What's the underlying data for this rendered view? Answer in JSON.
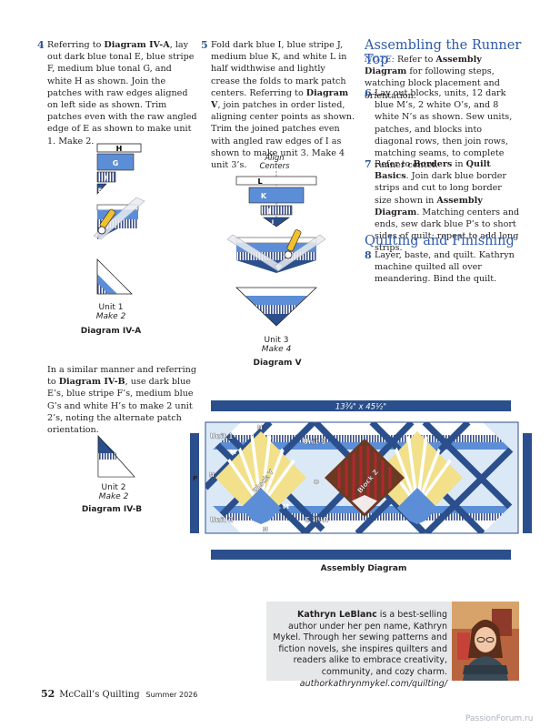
{
  "step4": {
    "num": "4",
    "t1": "Referring to ",
    "b1": "Diagram IV-A",
    "t2": ", lay out dark blue tonal E, blue stripe F, medium blue tonal G, and white H as shown. Join the patches with raw edges aligned on left side as shown. Trim patches even with the raw angled edge of E as shown to make unit 1. Make 2."
  },
  "step5": {
    "num": "5",
    "t1": "Fold dark blue I, blue stripe J, medium blue K, and white L in half widthwise and lightly crease the folds to mark patch centers. Referring to ",
    "b1": "Diagram V",
    "t2": ", join patches in order listed, aligning center points as shown. Trim the joined patches even with angled raw edges of I as shown to make unit 3. Make 4 unit 3’s."
  },
  "assembling": {
    "heading": "Assembling the Runner Top",
    "note_label": "NOTE:",
    "note_t1": " Refer to ",
    "note_b1": "Assembly Diagram",
    "note_t2": " for following steps, watching block placement and orientation."
  },
  "step6": {
    "num": "6",
    "text": "Lay out blocks, units, 12 dark blue M’s, 2 white O’s, and 8 white N’s as shown. Sew units, patches, and blocks into diagonal rows, then join rows, matching seams, to complete runner center."
  },
  "step7": {
    "num": "7",
    "t1": "Refer to ",
    "b1": "Borders",
    "t2": " in ",
    "b2": "Quilt Basics",
    "t3": ". Join dark blue border strips and cut to long border size shown in ",
    "b3": "Assembly Diagram",
    "t4": ". Matching centers and ends, sew dark blue P’s to short sides of quilt; repeat to add long strips."
  },
  "quilting": {
    "heading": "Quilting and Finishing",
    "num": "8",
    "text": "Layer, baste, and quilt. Kathryn machine quilted all over meandering. Bind the quilt."
  },
  "ivb_intro": {
    "t1": "In a similar manner and referring to ",
    "b1": "Diagram IV-B",
    "t2": ", use dark blue E’s, blue stripe F’s, medium blue G’s and white H’s to make 2 unit 2’s, noting the alternate patch orientation."
  },
  "diagram_iva": {
    "labels": {
      "h": "H",
      "g": "G",
      "f": "F",
      "e": "E"
    },
    "unit": "Unit 1",
    "make": "Make 2",
    "title": "Diagram IV-A"
  },
  "diagram_ivb": {
    "unit": "Unit 2",
    "make": "Make 2",
    "title": "Diagram IV-B"
  },
  "diagram_v": {
    "align1": "Align",
    "align2": "Centers",
    "labels": {
      "l": "L",
      "k": "K",
      "j": "J",
      "i": "I"
    },
    "unit": "Unit 3",
    "make": "Make 4",
    "title": "Diagram V"
  },
  "assembly": {
    "dimension": "13¾\" x 45½\"",
    "title": "Assembly Diagram",
    "labels": {
      "unit1": "Unit 1",
      "unit2": "Unit 2",
      "unit3_top": "Unit 3",
      "unit3_bottom": "Unit 3",
      "block_y": "Block Y",
      "block_z": "Block Z",
      "m": "M",
      "n": "N",
      "o": "O",
      "p": "P"
    }
  },
  "bio": {
    "name": "Kathryn LeBlanc",
    "text": " is a best-selling author under her pen name, Kathryn Mykel. Through her sewing patterns and fiction novels, she inspires quilters and readers alike to embrace creativity, community, and cozy charm.",
    "url": "authorkathrynmykel.com/quilting/"
  },
  "footer": {
    "page": "52",
    "magazine": "McCall’s Quilting",
    "issue": "Summer 2026",
    "watermark": "PassionForum.ru"
  },
  "colors": {
    "dark_blue": "#2b4f8c",
    "medium_blue": "#5b8ed6",
    "light_blue": "#dbe9f6",
    "stripe": "#3a4f86",
    "yellow": "#f2e08a",
    "red": "#b32630",
    "brown": "#6b3a22",
    "heading_blue": "#2f5aa8",
    "bio_bg": "#e6e7e8"
  }
}
